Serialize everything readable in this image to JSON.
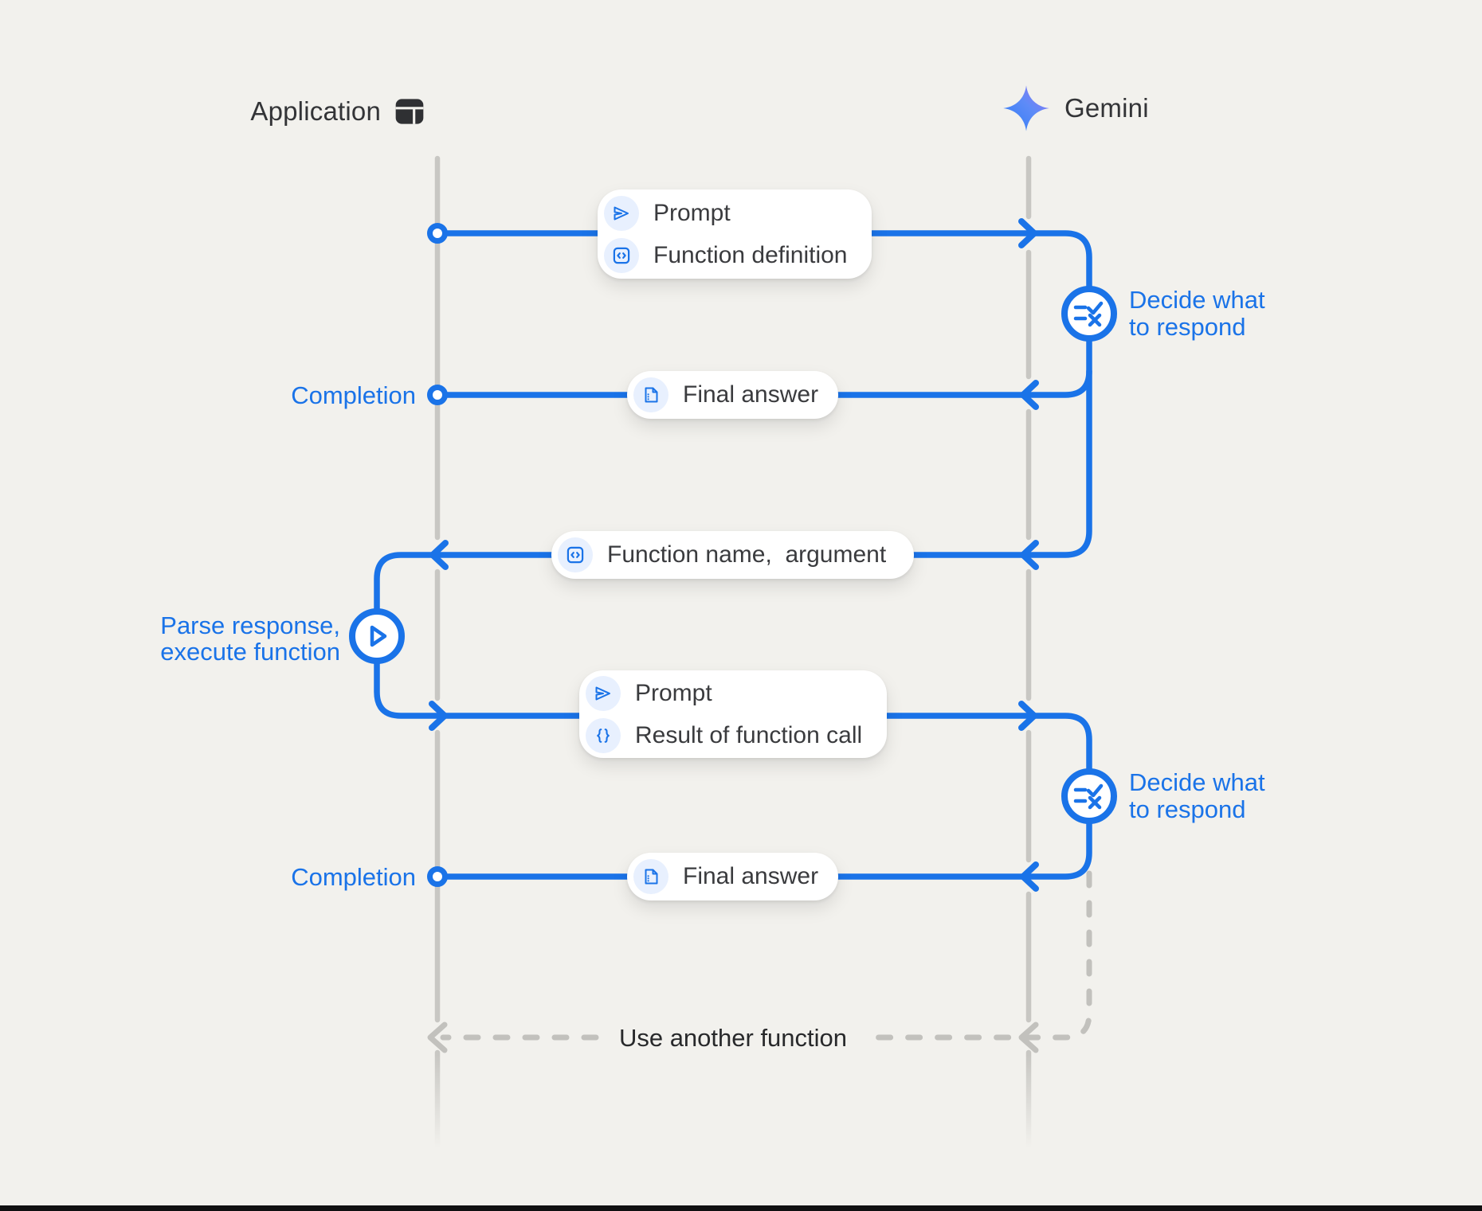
{
  "actors": {
    "left": {
      "label": "Application",
      "icon": "app-window-icon"
    },
    "right": {
      "label": "Gemini",
      "icon": "gemini-sparkle-icon"
    }
  },
  "messages": {
    "m1": {
      "row1": "Prompt",
      "row2": "Function definition",
      "direction": "application-to-gemini"
    },
    "m2": {
      "label": "Final answer",
      "direction": "gemini-to-application"
    },
    "m3": {
      "label": "Function name,  argument",
      "direction": "gemini-to-application"
    },
    "m4": {
      "row1": "Prompt",
      "row2": "Result of function call",
      "direction": "application-to-gemini"
    },
    "m5": {
      "label": "Final answer",
      "direction": "gemini-to-application"
    },
    "m6": {
      "label": "Use another function",
      "direction": "gemini-to-application",
      "style": "dashed"
    }
  },
  "annotations": {
    "completion1": "Completion",
    "completion2": "Completion",
    "decide1_line1": "Decide what",
    "decide1_line2": "to respond",
    "decide2_line1": "Decide what",
    "decide2_line2": "to respond",
    "parse_line1": "Parse response,",
    "parse_line2": "execute function"
  },
  "icons": {
    "pill1_row1": "send-icon",
    "pill1_row2": "code-icon",
    "pill2": "document-icon",
    "pill3": "code-icon",
    "pill4_row1": "send-icon",
    "pill4_row2": "braces-icon",
    "pill5": "document-icon",
    "node1": "decision-icon",
    "node2": "play-icon",
    "node3": "decision-icon"
  },
  "colors": {
    "background": "#F2F1ED",
    "flow_blue": "#1A73E8",
    "icon_chip_blue": "#E8F0FE",
    "lifeline_gray": "#C8C7C3",
    "dashed_gray": "#C2C1BD",
    "text_dark": "#3A3B3E",
    "pill_white": "#FFFFFF",
    "gemini_gradient_start": "#2E7CF6",
    "gemini_gradient_end": "#9B72F3"
  }
}
